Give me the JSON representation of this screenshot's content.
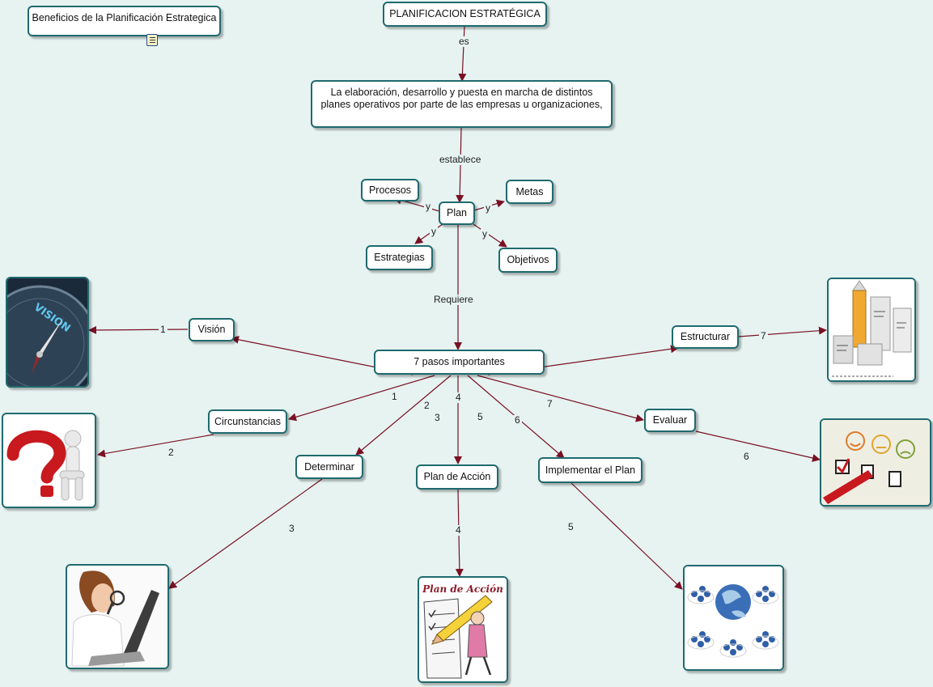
{
  "nodes": {
    "beneficios": "Beneficios de la Planificación Estrategica",
    "planificacion": "PLANIFICACION ESTRATÉGICA",
    "elaboracion": "La elaboración, desarrollo y puesta en marcha de distintos planes operativos por parte de las empresas u organizaciones,",
    "procesos": "Procesos",
    "plan": "Plan",
    "metas": "Metas",
    "estrategias": "Estrategias",
    "objetivos": "Objetivos",
    "siete_pasos": "7 pasos importantes",
    "vision": "Visión",
    "circunstancias": "Circunstancias",
    "determinar": "Determinar",
    "plan_accion": "Plan de Acción",
    "implementar": "Implementar el Plan",
    "evaluar": "Evaluar",
    "estructurar": "Estructurar"
  },
  "links": {
    "es": "es",
    "establece": "establece",
    "y": "y",
    "requiere": "Requiere",
    "n1": "1",
    "n2": "2",
    "n3": "3",
    "n4": "4",
    "n5": "5",
    "n6": "6",
    "n7": "7"
  },
  "images": {
    "vision_text": "VISION",
    "plan_accion_caption": "Plan de Acción"
  },
  "colors": {
    "background": "#e6f3f1",
    "node_border": "#1f6a6e",
    "link_line": "#7a1024"
  }
}
